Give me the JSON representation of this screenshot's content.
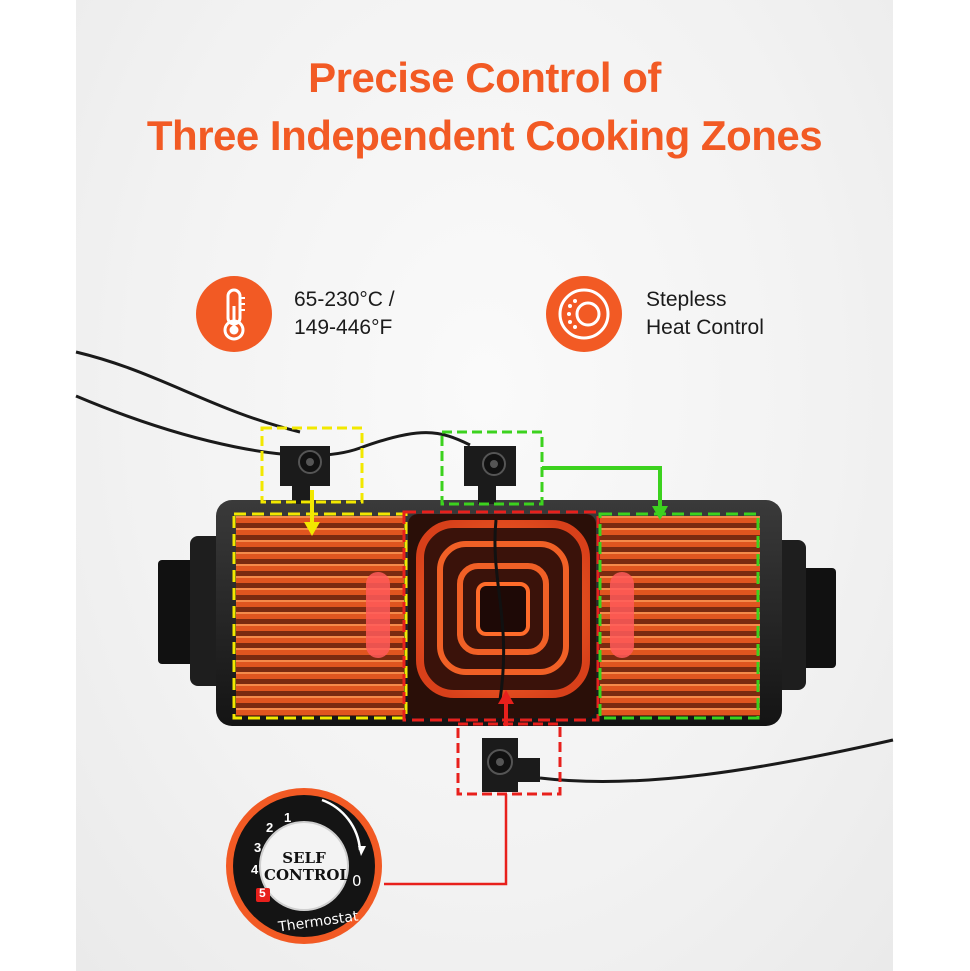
{
  "headline": {
    "line1": "Precise Control of",
    "line2": "Three Independent Cooking Zones"
  },
  "features": [
    {
      "icon": "thermometer-icon",
      "line1": "65-230°C /",
      "line2": "149-446°F"
    },
    {
      "icon": "dial-icon",
      "line1": "Stepless",
      "line2": "Heat Control"
    }
  ],
  "knob_closeup": {
    "center_line1": "SELF",
    "center_line2": "CONTROL",
    "ring_label": "Thermostat",
    "off_mark": "0",
    "numbers": [
      "1",
      "2",
      "3",
      "4",
      "5"
    ]
  },
  "colors": {
    "accent": "#f25a24",
    "zone_left": "#f2e800",
    "zone_center": "#e8201c",
    "zone_right": "#3cd21e"
  }
}
